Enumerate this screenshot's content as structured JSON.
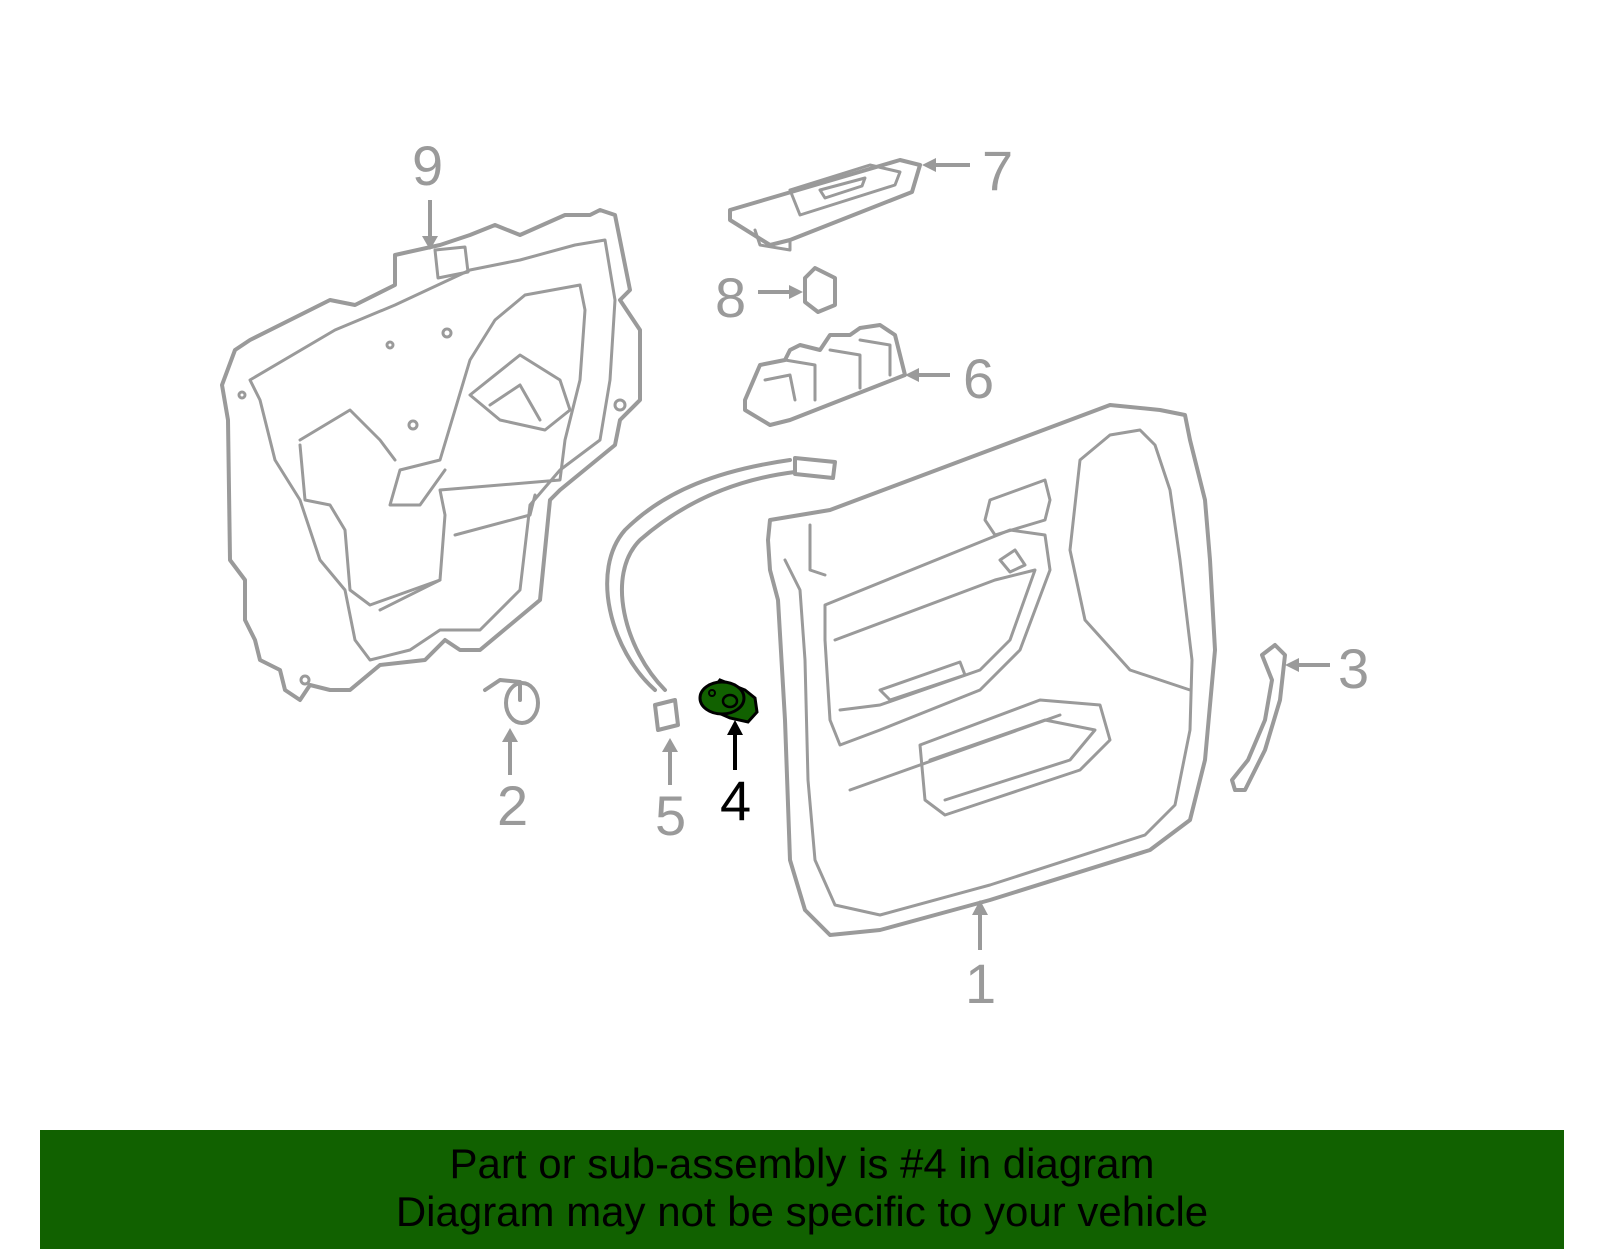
{
  "diagram": {
    "callouts": [
      "1",
      "2",
      "3",
      "4",
      "5",
      "6",
      "7",
      "8",
      "9"
    ],
    "highlighted_callout": "4",
    "highlight_color": "#116100"
  },
  "banner": {
    "line1": "Part or sub-assembly is #4 in diagram",
    "line2": "Diagram may not be specific to your vehicle",
    "background": "#116100"
  }
}
